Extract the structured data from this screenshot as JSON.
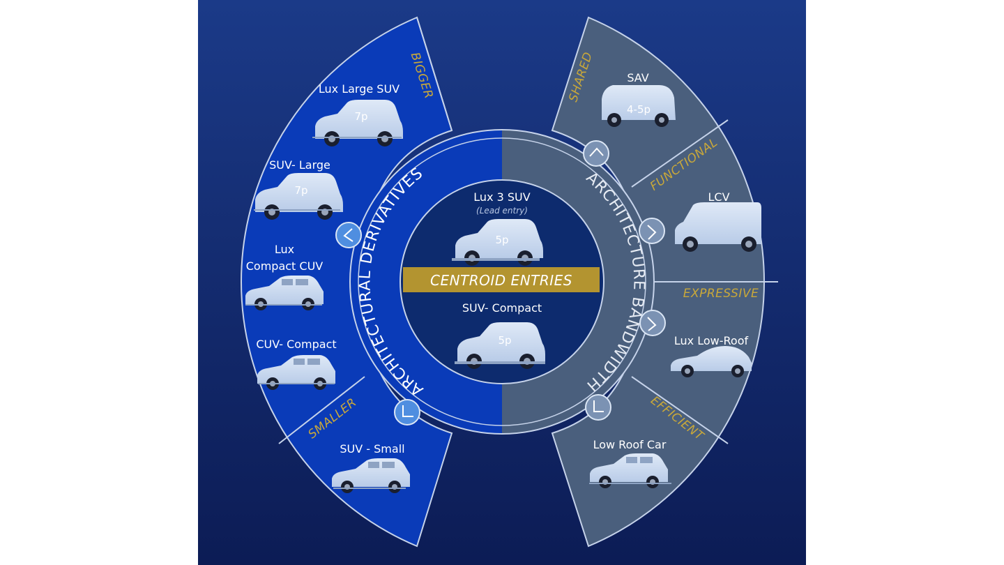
{
  "colors": {
    "bg_top": "#1b3a88",
    "bg_bottom": "#0c1c55",
    "left_panel": "#0a3bb8",
    "right_panel": "#4a5f7d",
    "gold": "#c9a83a",
    "car": "#c8d8ef",
    "outline": "#c6d3ea"
  },
  "center": {
    "top_name": "Lux 3 SUV",
    "top_note": "(Lead entry)",
    "top_badge": "5p",
    "banner": "CENTROID ENTRIES",
    "bottom_name": "SUV- Compact",
    "bottom_badge": "5p"
  },
  "ring": {
    "left_title": "ARCHITECTURAL DERIVATIVES",
    "right_title": "ARCHITECTURE BANDWIDTH"
  },
  "left": {
    "categories": {
      "bigger": "BIGGER",
      "smaller": "SMALLER"
    },
    "vehicles": [
      {
        "name": "Lux Large SUV",
        "badge": "7p",
        "icon": "suv-icon"
      },
      {
        "name": "SUV- Large",
        "badge": "7p",
        "icon": "suv-icon"
      },
      {
        "name_line1": "Lux",
        "name_line2": "Compact CUV",
        "icon": "cuv-icon"
      },
      {
        "name": "CUV- Compact",
        "icon": "hatchback-icon"
      },
      {
        "name": "SUV - Small",
        "icon": "small-suv-icon"
      }
    ]
  },
  "right": {
    "categories": {
      "shared": "SHARED",
      "functional": "FUNCTIONAL",
      "expressive": "EXPRESSIVE",
      "efficient": "EFFICIENT"
    },
    "vehicles": [
      {
        "name": "SAV",
        "badge": "4-5p",
        "icon": "pod-vehicle-icon"
      },
      {
        "name": "LCV",
        "icon": "van-icon"
      },
      {
        "name": "Lux Low-Roof",
        "icon": "coupe-icon"
      },
      {
        "name": "Low Roof Car",
        "icon": "hatchback-icon"
      }
    ]
  },
  "connector_icons": [
    "chevron-left-icon",
    "chevron-down-left-icon",
    "chevron-up-icon",
    "chevron-right-icon",
    "chevron-down-right-icon",
    "chevron-down-icon"
  ]
}
